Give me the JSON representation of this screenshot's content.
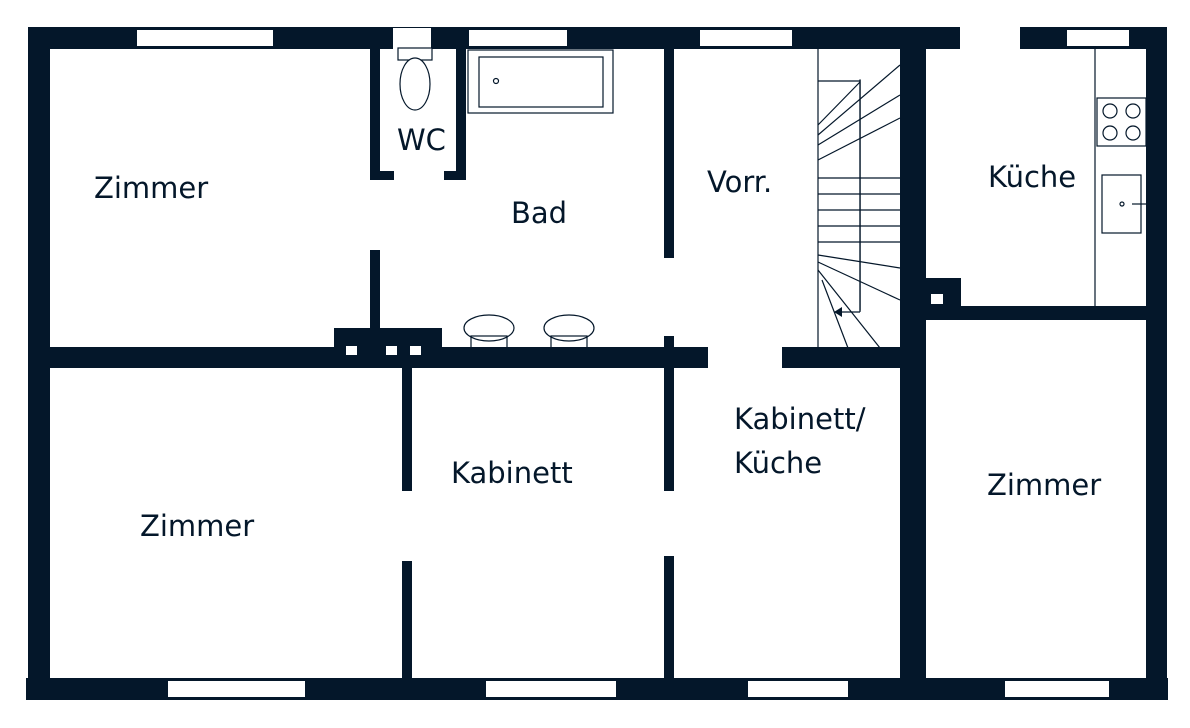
{
  "colors": {
    "wall": "#04172a",
    "background": "#ffffff"
  },
  "rooms": {
    "zimmer_top_left": "Zimmer",
    "wc": "WC",
    "bad": "Bad",
    "vorr": "Vorr.",
    "kueche_top_right": "Küche",
    "zimmer_bottom_left": "Zimmer",
    "kabinett": "Kabinett",
    "kabinett_kueche_line1": "Kabinett/",
    "kabinett_kueche_line2": "Küche",
    "zimmer_right": "Zimmer"
  },
  "icons": {
    "toilet": "toilet-icon",
    "bathtub": "bathtub-icon",
    "washbasin": "washbasin-icon",
    "stove": "stove-icon",
    "sink": "sink-icon",
    "staircase": "staircase-icon"
  }
}
